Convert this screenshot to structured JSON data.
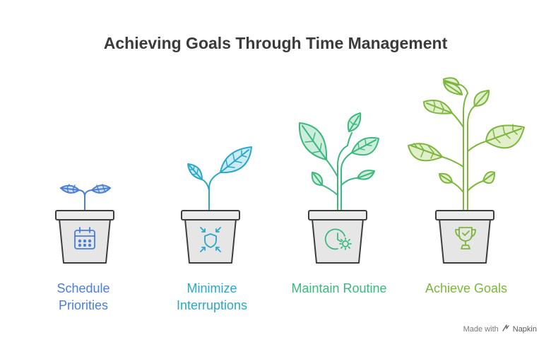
{
  "title": "Achieving Goals Through Time Management",
  "stages": [
    {
      "label": [
        "Schedule",
        "Priorities"
      ],
      "color": "#4a7fd6",
      "icon": "calendar-icon"
    },
    {
      "label": [
        "Minimize",
        "Interruptions"
      ],
      "color": "#2aa7c9",
      "icon": "shield-icon"
    },
    {
      "label": [
        "Maintain Routine"
      ],
      "color": "#3cb87e",
      "icon": "clock-gear-icon"
    },
    {
      "label": [
        "Achieve Goals"
      ],
      "color": "#7db63c",
      "icon": "trophy-icon"
    }
  ],
  "footer": {
    "prefix": "Made with",
    "brand": "Napkin"
  }
}
